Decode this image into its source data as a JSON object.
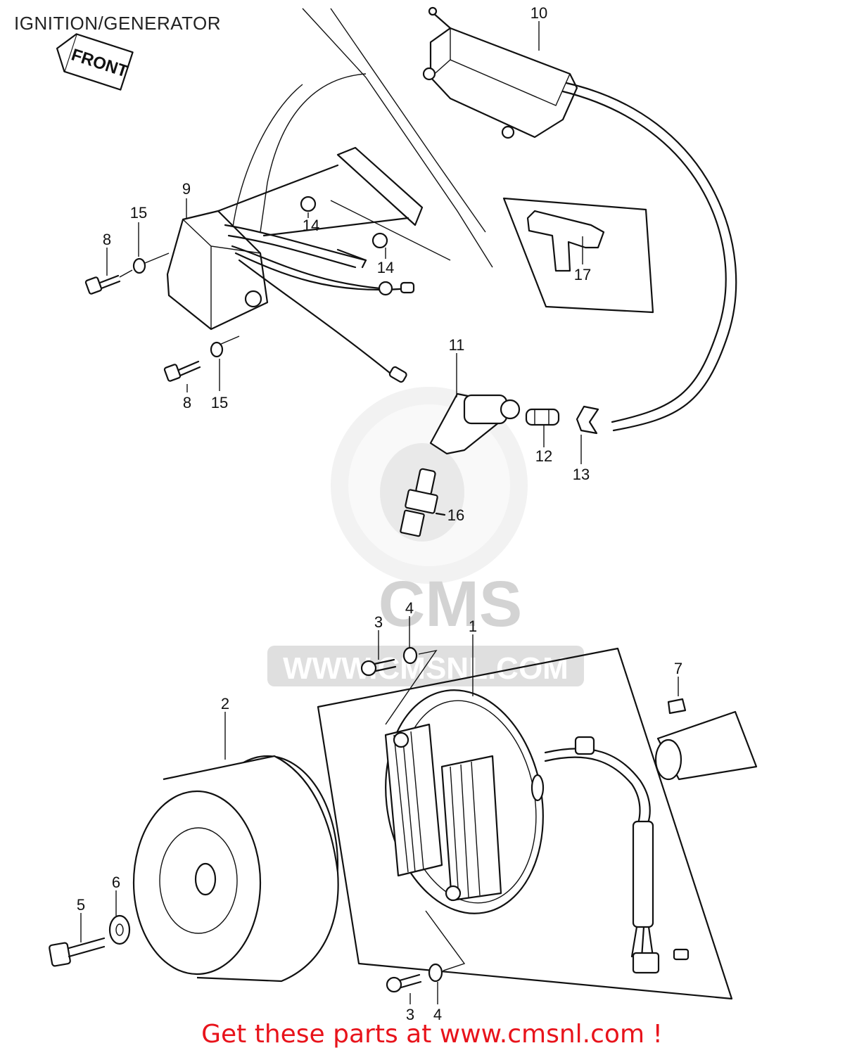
{
  "title": "IGNITION/GENERATOR",
  "front_label": "FRONT",
  "watermark": {
    "logo_text": "CMS",
    "url_text": "WWW.CMSNL.COM"
  },
  "callouts": [
    {
      "id": "c10",
      "label": "10"
    },
    {
      "id": "c9",
      "label": "9"
    },
    {
      "id": "c15a",
      "label": "15"
    },
    {
      "id": "c8a",
      "label": "8"
    },
    {
      "id": "c14a",
      "label": "14"
    },
    {
      "id": "c14b",
      "label": "14"
    },
    {
      "id": "c17",
      "label": "17"
    },
    {
      "id": "c8b",
      "label": "8"
    },
    {
      "id": "c15b",
      "label": "15"
    },
    {
      "id": "c11",
      "label": "11"
    },
    {
      "id": "c12",
      "label": "12"
    },
    {
      "id": "c13",
      "label": "13"
    },
    {
      "id": "c16",
      "label": "16"
    },
    {
      "id": "c3a",
      "label": "3"
    },
    {
      "id": "c4a",
      "label": "4"
    },
    {
      "id": "c1",
      "label": "1"
    },
    {
      "id": "c7",
      "label": "7"
    },
    {
      "id": "c2",
      "label": "2"
    },
    {
      "id": "c6",
      "label": "6"
    },
    {
      "id": "c5",
      "label": "5"
    },
    {
      "id": "c3b",
      "label": "3"
    },
    {
      "id": "c4b",
      "label": "4"
    }
  ],
  "footer": {
    "text": "Get these parts at www.cmsnl.com !"
  }
}
